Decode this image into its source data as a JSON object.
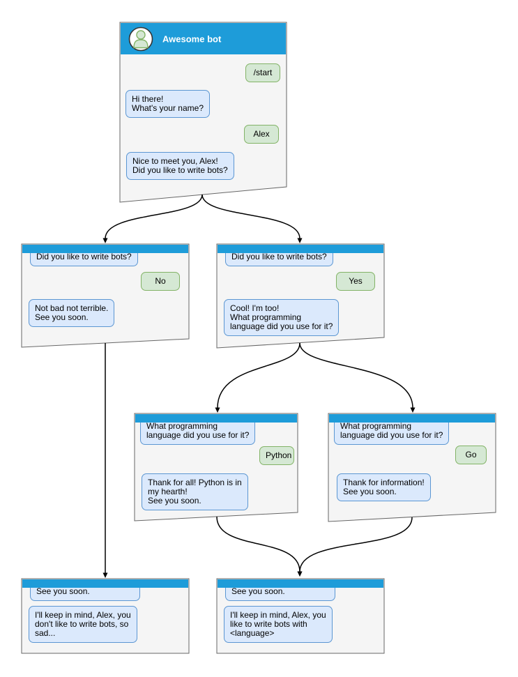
{
  "colors": {
    "header_blue": "#1e9cd9",
    "window_fill": "#f5f5f5",
    "window_border": "#666666",
    "bot_bubble_fill": "#dbe9fc",
    "bot_bubble_border": "#5b96d2",
    "user_bubble_fill": "#d5e8d4",
    "user_bubble_border": "#82b366",
    "arrow_color": "#000000",
    "title_text": "#ffffff",
    "text_color": "#000000"
  },
  "main": {
    "title": "Awesome bot",
    "avatar": "person-icon",
    "messages": [
      {
        "from": "user",
        "text": "/start"
      },
      {
        "from": "bot",
        "text": "Hi there!\nWhat's your name?"
      },
      {
        "from": "user",
        "text": "Alex"
      },
      {
        "from": "bot",
        "text": "Nice to meet you, Alex!\nDid you like to write bots?"
      }
    ]
  },
  "branch_no": {
    "messages": [
      {
        "from": "bot",
        "text": "Did you like to write bots?"
      },
      {
        "from": "user",
        "text": "No"
      },
      {
        "from": "bot",
        "text": "Not bad not terrible.\nSee you soon."
      }
    ]
  },
  "branch_yes": {
    "messages": [
      {
        "from": "bot",
        "text": "Did you like to write bots?"
      },
      {
        "from": "user",
        "text": "Yes"
      },
      {
        "from": "bot",
        "text": "Cool! I'm too!\nWhat programming\nlanguage did you use for it?"
      }
    ]
  },
  "branch_python": {
    "messages": [
      {
        "from": "bot",
        "text": "What programming\nlanguage did you use for it?"
      },
      {
        "from": "user",
        "text": "Python"
      },
      {
        "from": "bot",
        "text": "Thank for all! Python is in\nmy hearth!\nSee you soon."
      }
    ]
  },
  "branch_go": {
    "messages": [
      {
        "from": "bot",
        "text": "What programming\nlanguage did you use for it?"
      },
      {
        "from": "user",
        "text": "Go"
      },
      {
        "from": "bot",
        "text": "Thank for information!\nSee you soon."
      }
    ]
  },
  "final_no": {
    "messages": [
      {
        "from": "bot",
        "text": "See you soon."
      },
      {
        "from": "bot",
        "text": "I'll keep in mind, Alex, you\ndon't like to write bots, so\nsad..."
      }
    ]
  },
  "final_yes": {
    "messages": [
      {
        "from": "bot",
        "text": "See you soon."
      },
      {
        "from": "bot",
        "text": "I'll keep in mind, Alex, you\nlike to write bots with\n<language>"
      }
    ]
  }
}
